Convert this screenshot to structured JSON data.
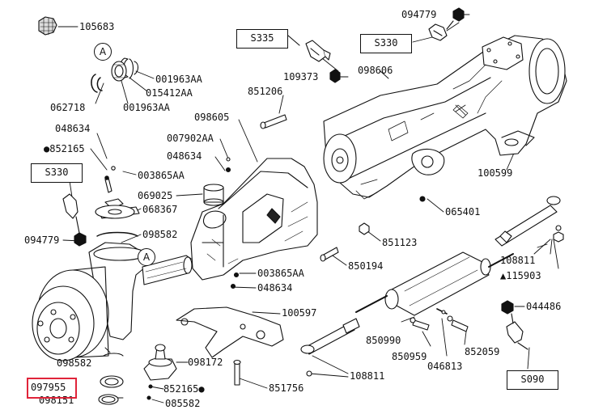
{
  "labels": {
    "p105683": "105683",
    "p094779_top": "094779",
    "p001963AA_1": "001963AA",
    "p015412AA": "015412AA",
    "p001963AA_2": "001963AA",
    "p062718": "062718",
    "p851206": "851206",
    "p109373": "109373",
    "p098606": "098606",
    "p048634_a": "048634",
    "p852165_a": "852165",
    "p007902AA": "007902AA",
    "p048634_b": "048634",
    "p003865AA_a": "003865AA",
    "p098605": "098605",
    "p069025": "069025",
    "p068367": "068367",
    "p098582_a": "098582",
    "p094779_left": "094779",
    "p100599": "100599",
    "p065401": "065401",
    "p851123": "851123",
    "p850194": "850194",
    "p003865AA_b": "003865AA",
    "p048634_c": "048634",
    "p108811_a": "108811",
    "p115903": "115903",
    "p044486": "044486",
    "p100597": "100597",
    "p850990": "850990",
    "p850959": "850959",
    "p852059": "852059",
    "p046813": "046813",
    "p098582_b": "098582",
    "p098172": "098172",
    "p097955": "097955",
    "p852165_b": "852165",
    "p098151": "098151",
    "p085582": "085582",
    "p851756": "851756",
    "p108811_b": "108811"
  },
  "boxes": {
    "s335": "S335",
    "s330_top": "S330",
    "s330_left": "S330",
    "s090": "S090"
  },
  "callouts": {
    "a_top": "A",
    "a_mid": "A"
  },
  "symbols": {
    "dot": "●",
    "triangle": "▲"
  },
  "highlight_color": "#e0243a"
}
